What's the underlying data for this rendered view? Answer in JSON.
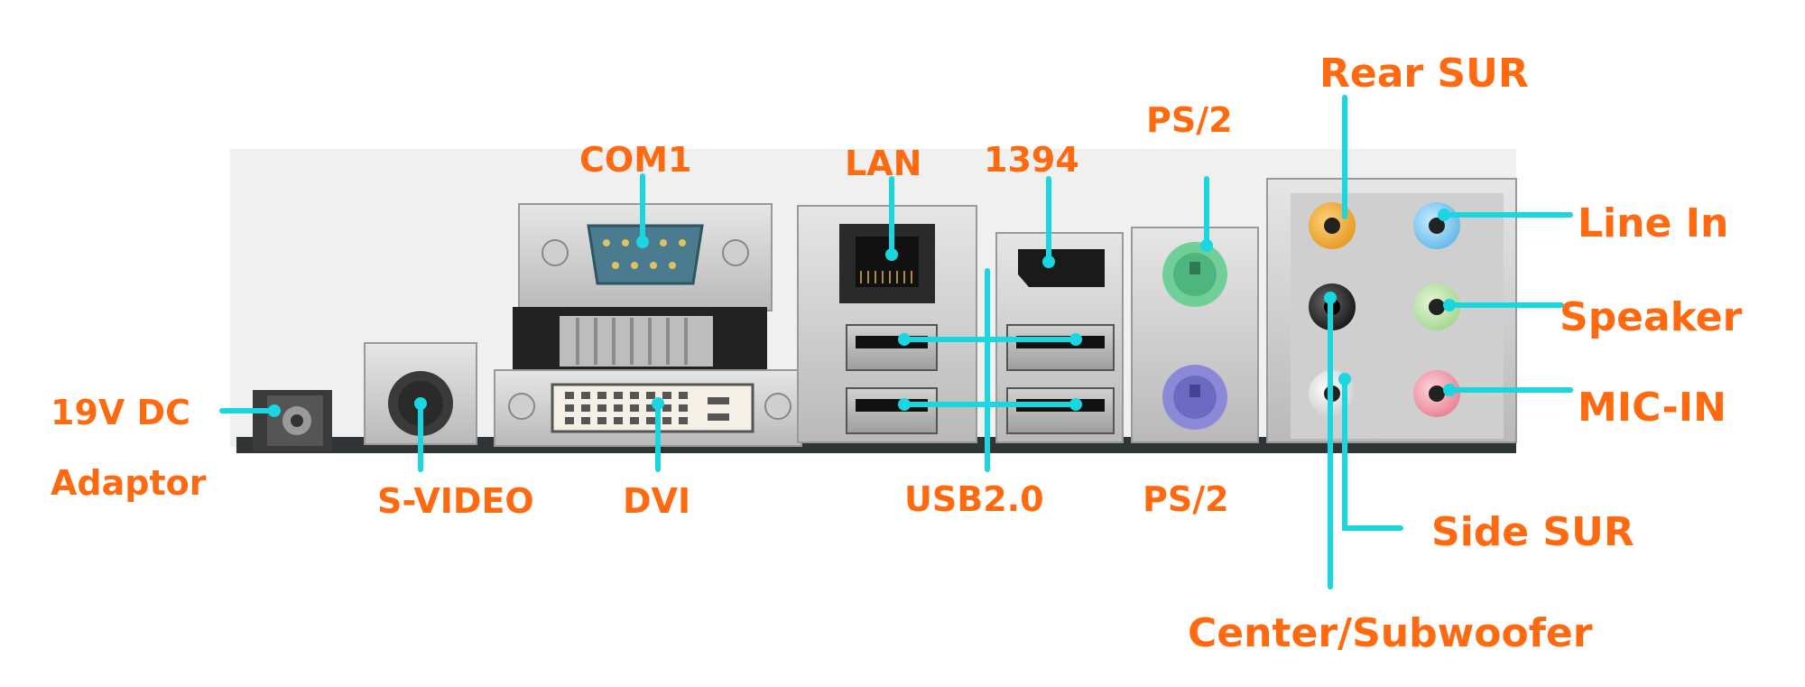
{
  "accent_color": "#ff6a10",
  "leader_color": "#19d6e0",
  "labels": {
    "dc_in": "19V DC",
    "adaptor": "Adaptor",
    "svideo": "S-VIDEO",
    "com1": "COM1",
    "dvi": "DVI",
    "lan": "LAN",
    "ieee1394": "1394",
    "usb": "USB2.0",
    "ps2_top": "PS/2",
    "ps2_bottom": "PS/2",
    "rear_sur": "Rear SUR",
    "line_in": "Line In",
    "speaker": "Speaker",
    "mic_in": "MIC-IN",
    "side_sur": "Side SUR",
    "center_sub": "Center/Subwoofer"
  }
}
